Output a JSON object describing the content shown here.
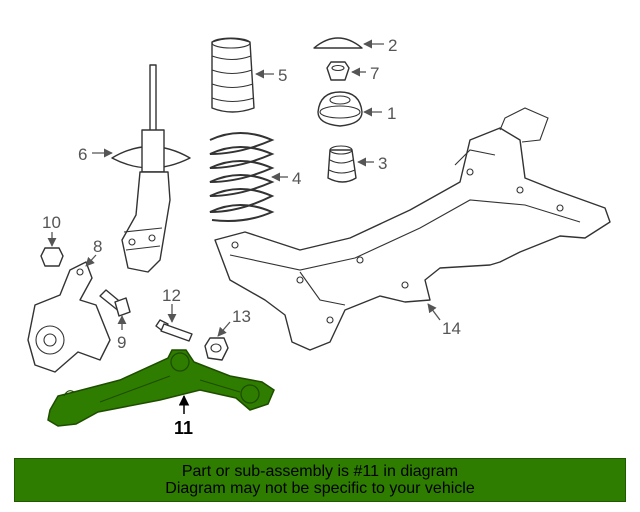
{
  "callouts": {
    "c1": "1",
    "c2": "2",
    "c3": "3",
    "c4": "4",
    "c5": "5",
    "c6": "6",
    "c7": "7",
    "c8": "8",
    "c9": "9",
    "c10": "10",
    "c11": "11",
    "c12": "12",
    "c13": "13",
    "c14": "14"
  },
  "highlight": {
    "part_number": "11",
    "color": "#2e7d00"
  },
  "banner": {
    "line1": "Part or sub-assembly is #11 in diagram",
    "line2": "Diagram may not be specific to your vehicle",
    "background": "#2e7d00"
  }
}
